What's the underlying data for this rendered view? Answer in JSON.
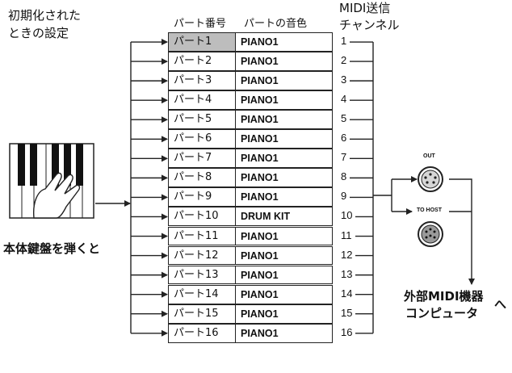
{
  "initial_setting_label": [
    "初期化された",
    "ときの設定"
  ],
  "header": {
    "part_number": "パート番号",
    "part_tone": "パートの音色",
    "midi_send_channel": [
      "MIDI送信",
      "チャンネル"
    ]
  },
  "keyboard_caption": "本体鍵盤を弾くと",
  "parts": [
    {
      "part": "パート1",
      "tone": "PIANO1",
      "channel": "1"
    },
    {
      "part": "パート2",
      "tone": "PIANO1",
      "channel": "2"
    },
    {
      "part": "パート3",
      "tone": "PIANO1",
      "channel": "3"
    },
    {
      "part": "パート4",
      "tone": "PIANO1",
      "channel": "4"
    },
    {
      "part": "パート5",
      "tone": "PIANO1",
      "channel": "5"
    },
    {
      "part": "パート6",
      "tone": "PIANO1",
      "channel": "6"
    },
    {
      "part": "パート7",
      "tone": "PIANO1",
      "channel": "7"
    },
    {
      "part": "パート8",
      "tone": "PIANO1",
      "channel": "8"
    },
    {
      "part": "パート9",
      "tone": "PIANO1",
      "channel": "9"
    },
    {
      "part": "パート10",
      "tone": "DRUM KIT",
      "channel": "10"
    },
    {
      "part": "パート11",
      "tone": "PIANO1",
      "channel": "11"
    },
    {
      "part": "パート12",
      "tone": "PIANO1",
      "channel": "12"
    },
    {
      "part": "パート13",
      "tone": "PIANO1",
      "channel": "13"
    },
    {
      "part": "パート14",
      "tone": "PIANO1",
      "channel": "14"
    },
    {
      "part": "パート15",
      "tone": "PIANO1",
      "channel": "15"
    },
    {
      "part": "パート16",
      "tone": "PIANO1",
      "channel": "16"
    }
  ],
  "ports": {
    "out": "OUT",
    "to_host": "TO HOST"
  },
  "destination_label": [
    "外部MIDI機器",
    "コンピュータ",
    "へ"
  ],
  "highlighted_part_index": 0,
  "colors": {
    "line": "#222222",
    "highlight": "#bdbdbd"
  },
  "icons": [
    "keyboard-hand-icon",
    "midi-out-port-icon",
    "to-host-port-icon"
  ]
}
